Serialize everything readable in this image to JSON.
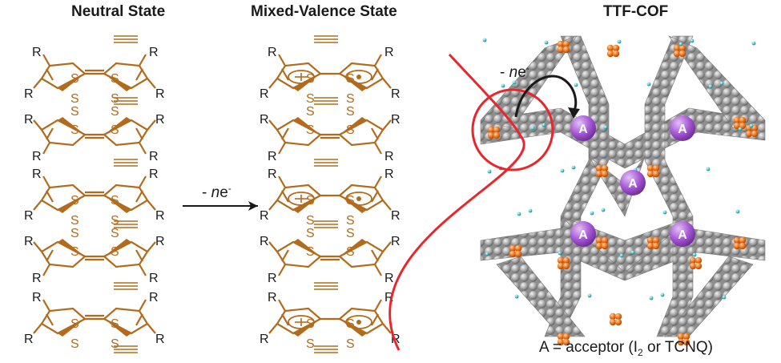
{
  "titles": {
    "neutral": "Neutral State",
    "mixed": "Mixed-Valence State",
    "cof": "TTF-COF"
  },
  "reaction": {
    "minus": "- ",
    "n": "n",
    "e": "e",
    "charge": "-"
  },
  "atoms": {
    "sulfur": "S",
    "substituent": "R"
  },
  "pores": {
    "acceptor_label": "A"
  },
  "caption": {
    "prefix": "A = acceptor (I",
    "sub": "2",
    "suffix": " or TCNQ)"
  },
  "colors": {
    "ttf_stroke": "#b26b1c",
    "highlight": "#e8262b",
    "cof_gray": "#9a9a9a",
    "ttf_orange": "#f07820",
    "acceptor_purple": "#a85ad6",
    "text": "#1a1a1a"
  },
  "icons": [
    "radical-cation-symbol",
    "radical-dot-symbol",
    "curved-arrow-icon",
    "reaction-arrow-icon"
  ]
}
